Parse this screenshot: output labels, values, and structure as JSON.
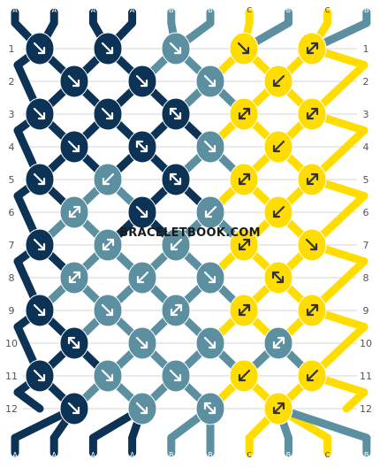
{
  "title": "",
  "watermark": "BRACELETBOOK.COM",
  "colors": {
    "A": "#0c3355",
    "B": "#5c8fa0",
    "C": "#ffdd00",
    "grid_line": "#d6d6d6",
    "row_label": "#555555",
    "arrow": "#ffffff"
  },
  "top_strings": [
    "A",
    "A",
    "A",
    "A",
    "B",
    "B",
    "C",
    "B",
    "C",
    "B"
  ],
  "bottom_strings": [
    "A",
    "A",
    "A",
    "A",
    "B",
    "B",
    "C",
    "B",
    "C",
    "B"
  ],
  "row_numbers": [
    "1",
    "2",
    "3",
    "4",
    "5",
    "6",
    "7",
    "8",
    "9",
    "10",
    "11",
    "12"
  ],
  "knots": [
    [
      {
        "c": "A",
        "d": "rf"
      },
      {
        "c": "A",
        "d": "rf"
      },
      {
        "c": "B",
        "d": "rf"
      },
      {
        "c": "C",
        "d": "rf"
      },
      {
        "c": "C",
        "d": "lb"
      }
    ],
    [
      {
        "c": "A",
        "d": "rf"
      },
      {
        "c": "A",
        "d": "rf"
      },
      {
        "c": "B",
        "d": "rf"
      },
      {
        "c": "C",
        "d": "lf"
      }
    ],
    [
      {
        "c": "A",
        "d": "rf"
      },
      {
        "c": "A",
        "d": "rf"
      },
      {
        "c": "A",
        "d": "rb"
      },
      {
        "c": "C",
        "d": "lb"
      },
      {
        "c": "C",
        "d": "lb"
      }
    ],
    [
      {
        "c": "A",
        "d": "rf"
      },
      {
        "c": "A",
        "d": "rb"
      },
      {
        "c": "B",
        "d": "rf"
      },
      {
        "c": "C",
        "d": "lf"
      }
    ],
    [
      {
        "c": "A",
        "d": "rf"
      },
      {
        "c": "B",
        "d": "lf"
      },
      {
        "c": "A",
        "d": "rb"
      },
      {
        "c": "C",
        "d": "lb"
      },
      {
        "c": "C",
        "d": "lb"
      }
    ],
    [
      {
        "c": "B",
        "d": "lb"
      },
      {
        "c": "A",
        "d": "rf"
      },
      {
        "c": "B",
        "d": "lf"
      },
      {
        "c": "C",
        "d": "lf"
      }
    ],
    [
      {
        "c": "A",
        "d": "rf"
      },
      {
        "c": "B",
        "d": "lb"
      },
      {
        "c": "B",
        "d": "lf"
      },
      {
        "c": "C",
        "d": "lb"
      },
      {
        "c": "C",
        "d": "rf"
      }
    ],
    [
      {
        "c": "B",
        "d": "lb"
      },
      {
        "c": "B",
        "d": "lf"
      },
      {
        "c": "B",
        "d": "rf"
      },
      {
        "c": "C",
        "d": "rb"
      }
    ],
    [
      {
        "c": "A",
        "d": "rf"
      },
      {
        "c": "B",
        "d": "rf"
      },
      {
        "c": "B",
        "d": "lb"
      },
      {
        "c": "C",
        "d": "lb"
      },
      {
        "c": "C",
        "d": "lb"
      }
    ],
    [
      {
        "c": "A",
        "d": "rb"
      },
      {
        "c": "B",
        "d": "rf"
      },
      {
        "c": "B",
        "d": "rf"
      },
      {
        "c": "B",
        "d": "lb"
      }
    ],
    [
      {
        "c": "A",
        "d": "rf"
      },
      {
        "c": "B",
        "d": "rf"
      },
      {
        "c": "B",
        "d": "rf"
      },
      {
        "c": "C",
        "d": "lf"
      },
      {
        "c": "C",
        "d": "lf"
      }
    ],
    [
      {
        "c": "A",
        "d": "rf"
      },
      {
        "c": "B",
        "d": "rf"
      },
      {
        "c": "B",
        "d": "rb"
      },
      {
        "c": "C",
        "d": "lb"
      }
    ]
  ]
}
